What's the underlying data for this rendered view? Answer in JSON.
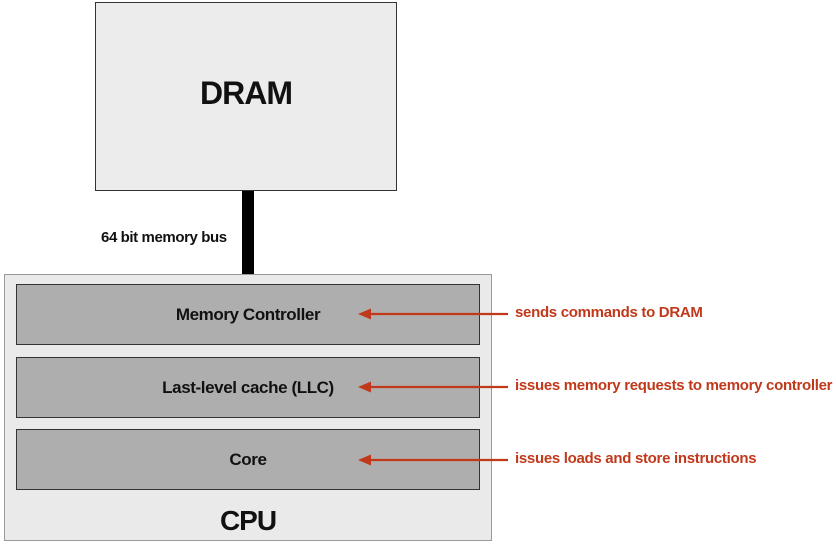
{
  "dram": {
    "label": "DRAM"
  },
  "bus": {
    "label": "64 bit memory bus"
  },
  "cpu": {
    "label": "CPU",
    "layers": [
      {
        "label": "Memory Controller",
        "annotation": "sends commands to DRAM"
      },
      {
        "label": "Last-level cache (LLC)",
        "annotation": "issues memory requests to memory controller"
      },
      {
        "label": "Core",
        "annotation": "issues loads and store instructions"
      }
    ]
  },
  "colors": {
    "annotation": "#c0391b",
    "box_fill": "#aeaeae",
    "cpu_fill": "#eaeaea",
    "dram_fill": "#ececec",
    "bus": "#000000"
  }
}
